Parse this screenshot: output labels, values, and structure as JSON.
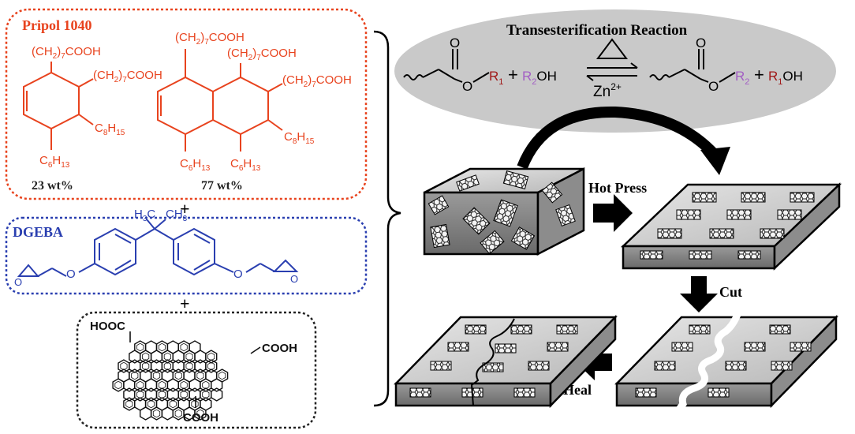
{
  "pripol": {
    "title": "Pripol 1040",
    "chain_sub7_coo": "7",
    "ch2": "(CH",
    "sub2": "2",
    "close": ")",
    "cooh": "COOH",
    "c8": "C",
    "c8sub": "8",
    "h15": "H",
    "h15sub": "15",
    "c6": "C",
    "c6sub": "6",
    "h13": "H",
    "h13sub": "13",
    "left_pct": "23 wt%",
    "right_pct": "77 wt%",
    "color": "#e8431e"
  },
  "plus_signs": [
    "+",
    "+"
  ],
  "dgeba": {
    "title": "DGEBA",
    "h3c": "H",
    "h3c_sub": "3",
    "h3c_c": "C",
    "ch3": "CH",
    "ch3_sub": "3",
    "o": "O",
    "color": "#2a3fb0"
  },
  "graphene": {
    "cooh_top": "HOOC",
    "cooh_right": "COOH",
    "cooh_bottom": "COOH"
  },
  "reaction": {
    "title": "Transesterification Reaction",
    "o": "O",
    "r1": "R",
    "r1_sub": "1",
    "r2": "R",
    "r2_sub": "2",
    "oh": "OH",
    "plus": "+",
    "catalyst": "Zn",
    "catalyst_sup": "2+",
    "r1_color": "#a01818",
    "r2_color": "#a35fc4"
  },
  "process": {
    "hot_press": "Hot Press",
    "cut": "Cut",
    "heal": "Heal"
  }
}
